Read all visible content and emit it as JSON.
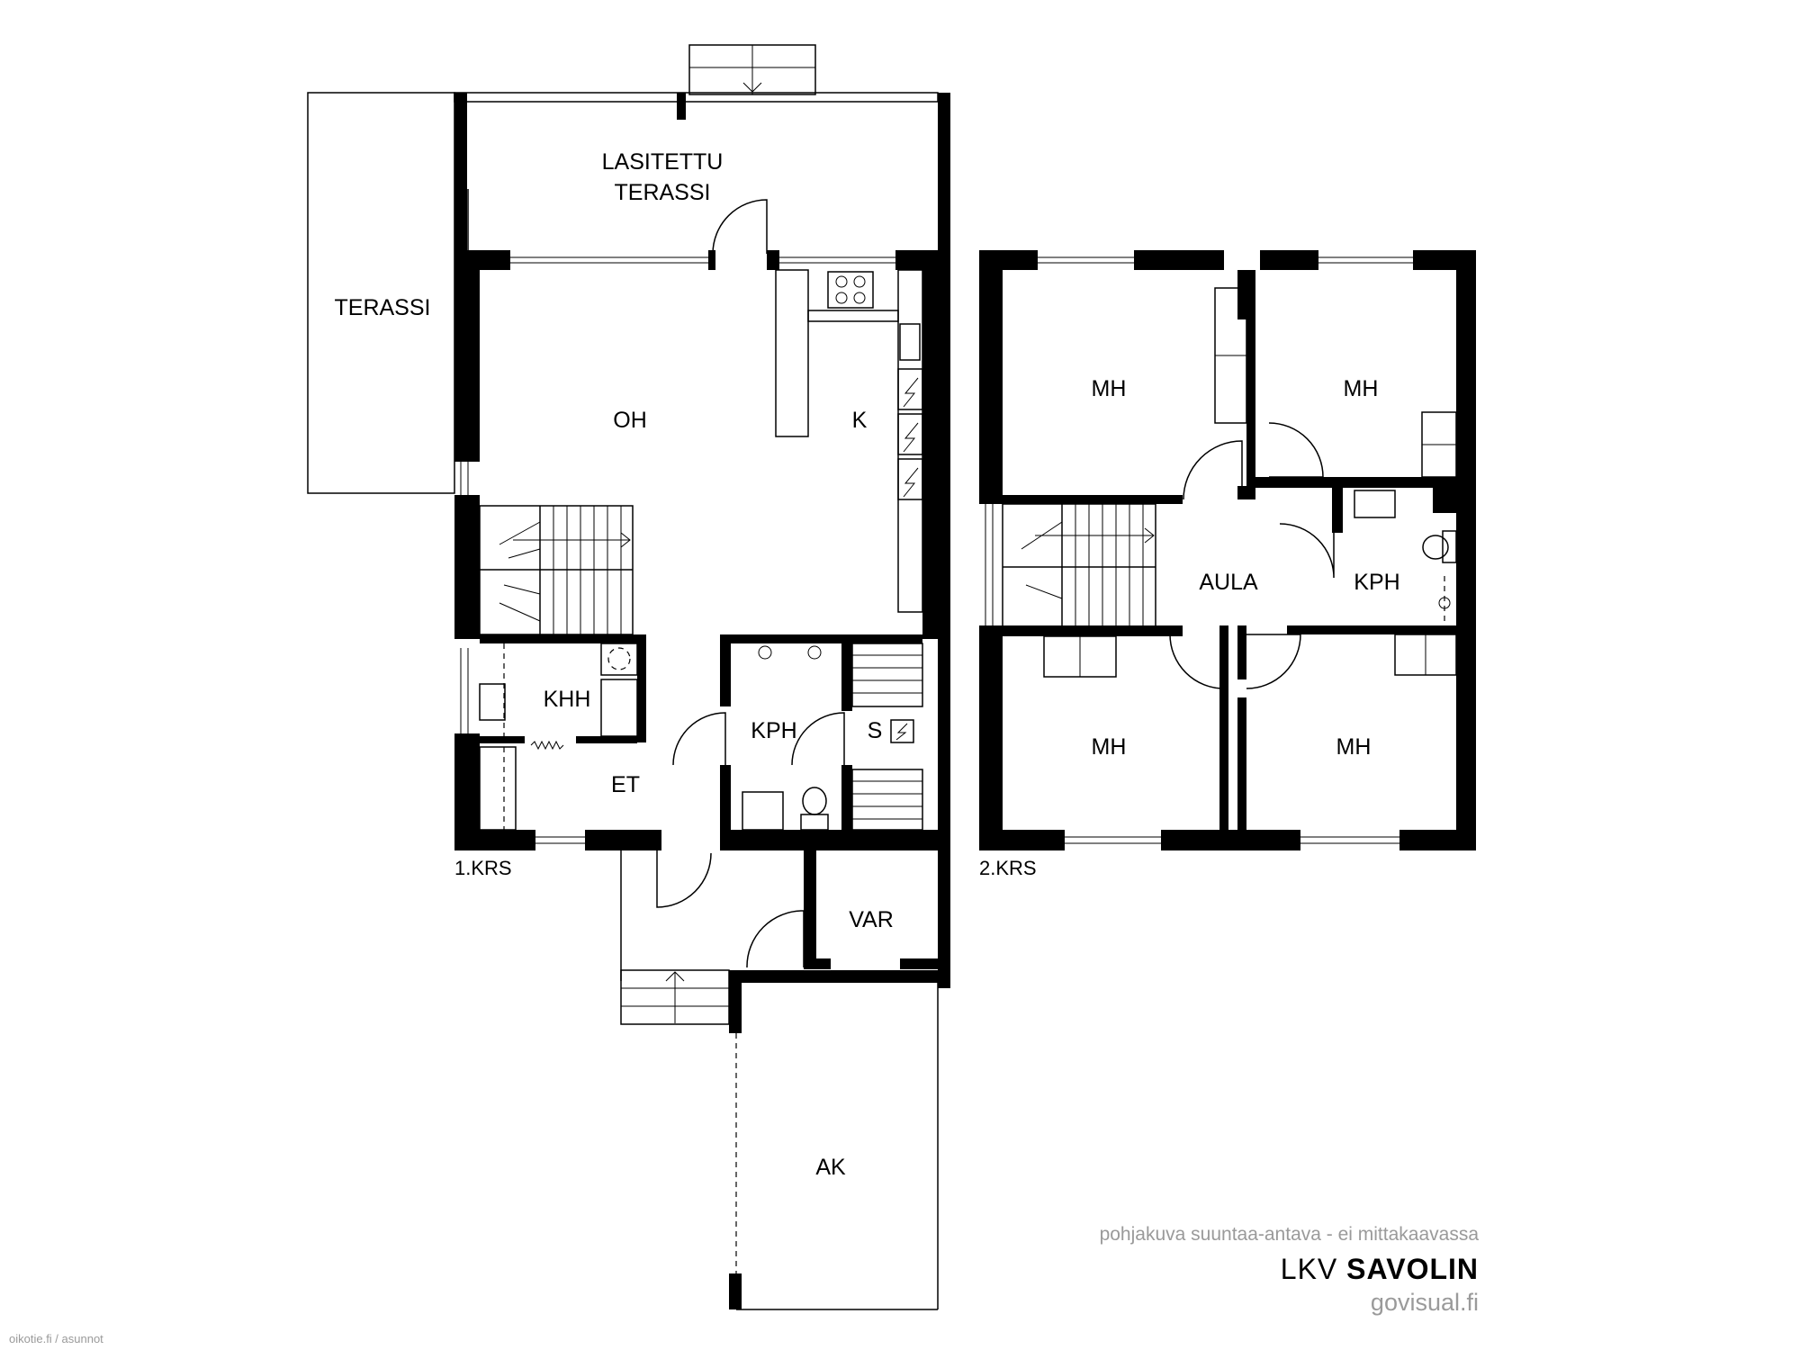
{
  "rooms": {
    "lasitettu_terassi_line1": "LASITETTU",
    "lasitettu_terassi_line2": "TERASSI",
    "terassi": "TERASSI",
    "oh": "OH",
    "k": "K",
    "khh": "KHH",
    "kph1": "KPH",
    "s": "S",
    "et": "ET",
    "var": "VAR",
    "ak": "AK",
    "mh_tl": "MH",
    "mh_tr": "MH",
    "aula": "AULA",
    "kph2": "KPH",
    "mh_bl": "MH",
    "mh_br": "MH"
  },
  "floors": {
    "first": "1.KRS",
    "second": "2.KRS"
  },
  "footer": {
    "note": "pohjakuva suuntaa-antava - ei mittakaavassa",
    "brand_prefix": "LKV ",
    "brand_name": "SAVOLIN",
    "site": "govisual.fi",
    "watermark": "oikotie.fi / asunnot"
  },
  "colors": {
    "wall": "#000000",
    "background": "#ffffff",
    "note_text": "#9a9a9a"
  }
}
